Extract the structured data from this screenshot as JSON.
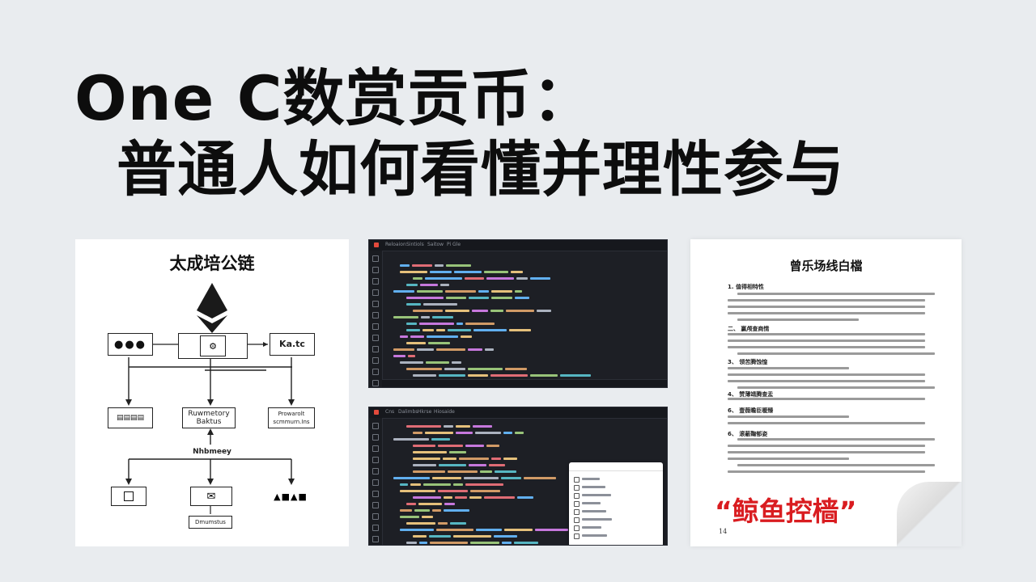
{
  "headline": {
    "line1": "One C数赏贡币：",
    "line2": "普通人如何看懂并理性参与"
  },
  "diagram": {
    "title": "太成培公链",
    "icon": "ethereum-diamond-icon",
    "row2": [
      "Ka.tc",
      "Ruwmetory\nBaktus",
      "Prowarolt\nscmmurn.Ins"
    ],
    "center": "Nhbmeey",
    "row4_icons": [
      "qr-box-icon",
      "mail-icon",
      "community-icon"
    ],
    "bottom": "Dmumstus"
  },
  "editor1": {
    "menu": [
      "Reloaion",
      "Sintiols",
      "Saitow",
      "Pi Gle"
    ]
  },
  "editor2": {
    "menu": [
      "Cns",
      "Dalimbs",
      "Hkrse",
      "Hiosaide"
    ]
  },
  "whitepaper": {
    "title": "曾乐场线白檔",
    "sections": [
      "1. 值得相特性",
      "二、 赢颅查商情",
      "3、 领苦腾蚀惶",
      "4、 赞薄靖腾查盂",
      "6、 壹薇瞻臣暖臻",
      "6、 滚蔽鞠郁姿"
    ],
    "stamp": "“鲸鱼控樯”",
    "page": "14"
  },
  "colors": {
    "background": "#e9ecef",
    "stamp": "#d91c20",
    "editor_bg": "#1d1f25"
  }
}
